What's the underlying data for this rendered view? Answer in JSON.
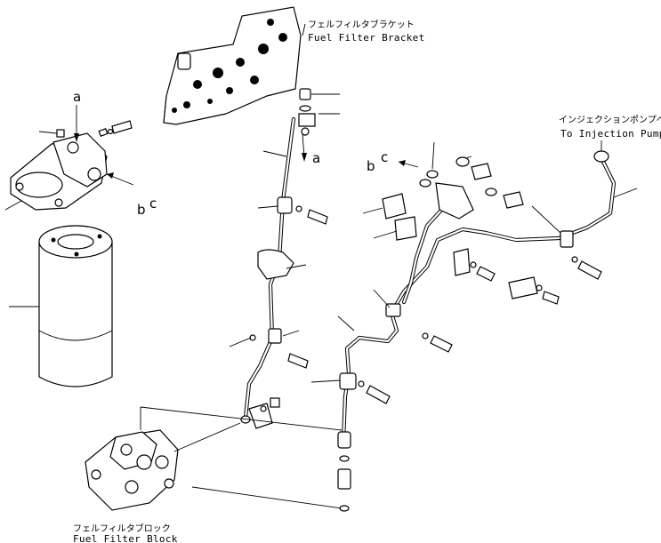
{
  "labels": {
    "bracket_jp": "フェルフィルタブラケット",
    "bracket_en": "Fuel Filter Bracket",
    "block_jp": "フェルフィルタブロック",
    "block_en": "Fuel Filter Block",
    "pump_jp": "インジェクションポンプへ",
    "pump_en": "To Injection Pump"
  },
  "view_markers": {
    "a_top": "a",
    "a_pipe": "a",
    "b_left": "b",
    "c_left": "c",
    "b_right": "b",
    "c_right": "c"
  }
}
